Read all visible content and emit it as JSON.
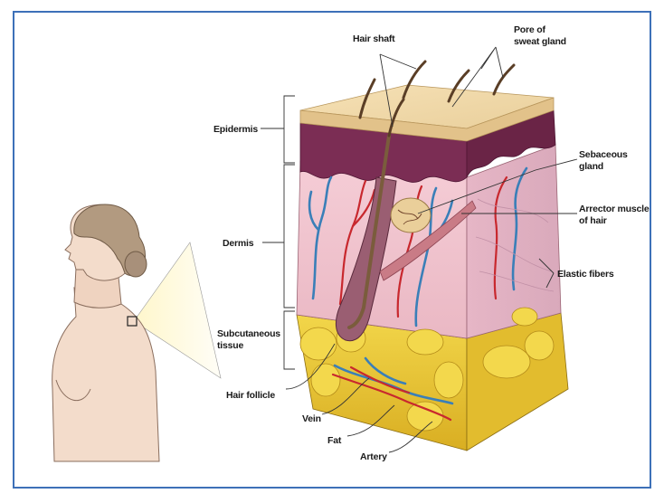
{
  "labels": {
    "hair_shaft": "Hair shaft",
    "pore_line1": "Pore of",
    "pore_line2": "sweat gland",
    "epidermis": "Epidermis",
    "sebaceous_line1": "Sebaceous",
    "sebaceous_line2": "gland",
    "dermis": "Dermis",
    "arrector_line1": "Arrector muscle",
    "arrector_line2": "of hair",
    "elastic_fibers": "Elastic fibers",
    "subcutaneous_line1": "Subcutaneous",
    "subcutaneous_line2": "tissue",
    "hair_follicle": "Hair follicle",
    "vein": "Vein",
    "fat": "Fat",
    "artery": "Artery"
  },
  "colors": {
    "frame_border": "#3d70b8",
    "epidermis_top": "#f1d9a6",
    "epidermis_layer": "#7b2d54",
    "dermis": "#f1c6cf",
    "fat": "#e9c433",
    "vein": "#3a7fb8",
    "artery": "#c8282e",
    "skin": "#f3dccb"
  }
}
